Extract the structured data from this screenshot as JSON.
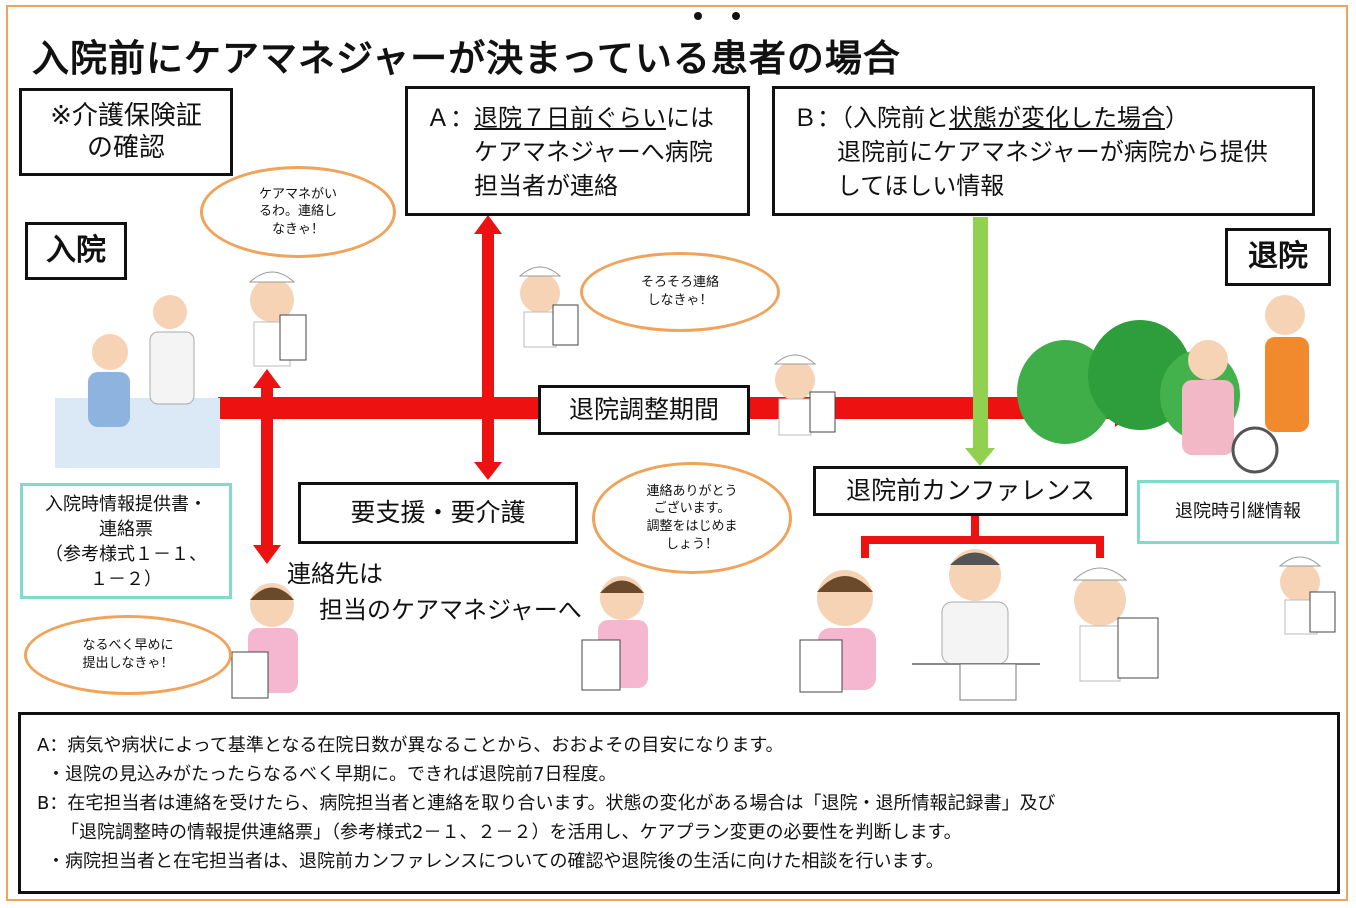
{
  "title": "入院前にケアマネジャーが決まっている患者の場合",
  "title_dot_text": "い",
  "insurance_check": "※介護保険証\nの確認",
  "admission_label": "入院",
  "discharge_label": "退院",
  "box_a": {
    "prefix": "Ａ：",
    "underlined": "退院７日前ぐらい",
    "rest_line1": "には",
    "line2": "ケアマネジャーへ病院",
    "line3": "担当者が連絡"
  },
  "box_b": {
    "prefix": "Ｂ：（入院前と",
    "underlined": "状態が変化した場合",
    "suffix": "）",
    "line2": "退院前にケアマネジャーが病院から提供",
    "line3": "してほしい情報"
  },
  "bubbles": {
    "caremanager": "ケアマネがい\nるわ。連絡し\nなきゃ！",
    "soon": "そろそろ連絡\nしなきゃ！",
    "thanks": "連絡ありがとう\nございます。\n調整をはじめま\nしょう！",
    "early": "なるべく早めに\n提出しなきゃ！"
  },
  "period_label": "退院調整期間",
  "support_label": "要支援・要介護",
  "conference_label": "退院前カンファレンス",
  "admission_info": "入院時情報提供書・\n連絡票\n（参考様式１－１、\n１－２）",
  "handover_info": "退院時引継情報",
  "contact_note": "連絡先は\n担当のケアマネジャーへ",
  "notes": [
    "A：病気や病状によって基準となる在院日数が異なることから、おおよその目安になります。",
    "・退院の見込みがたったらなるべく早期に。できれば退院前7日程度。",
    "B：在宅担当者は連絡を受けたら、病院担当者と連絡を取り合います。状態の変化がある場合は「退院・退所情報記録書」及び",
    "「退院調整時の情報提供連絡票」（参考様式2－１、２－２）を活用し、ケアプラン変更の必要性を判断します。",
    "・病院担当者と在宅担当者は、退院前カンファレンスについての確認や退院後の生活に向けた相談を行います。"
  ],
  "colors": {
    "arrow": "#ee1111",
    "green_arrow": "#92d050",
    "frame": "#f0a35a",
    "teal": "#7fdcc8"
  }
}
